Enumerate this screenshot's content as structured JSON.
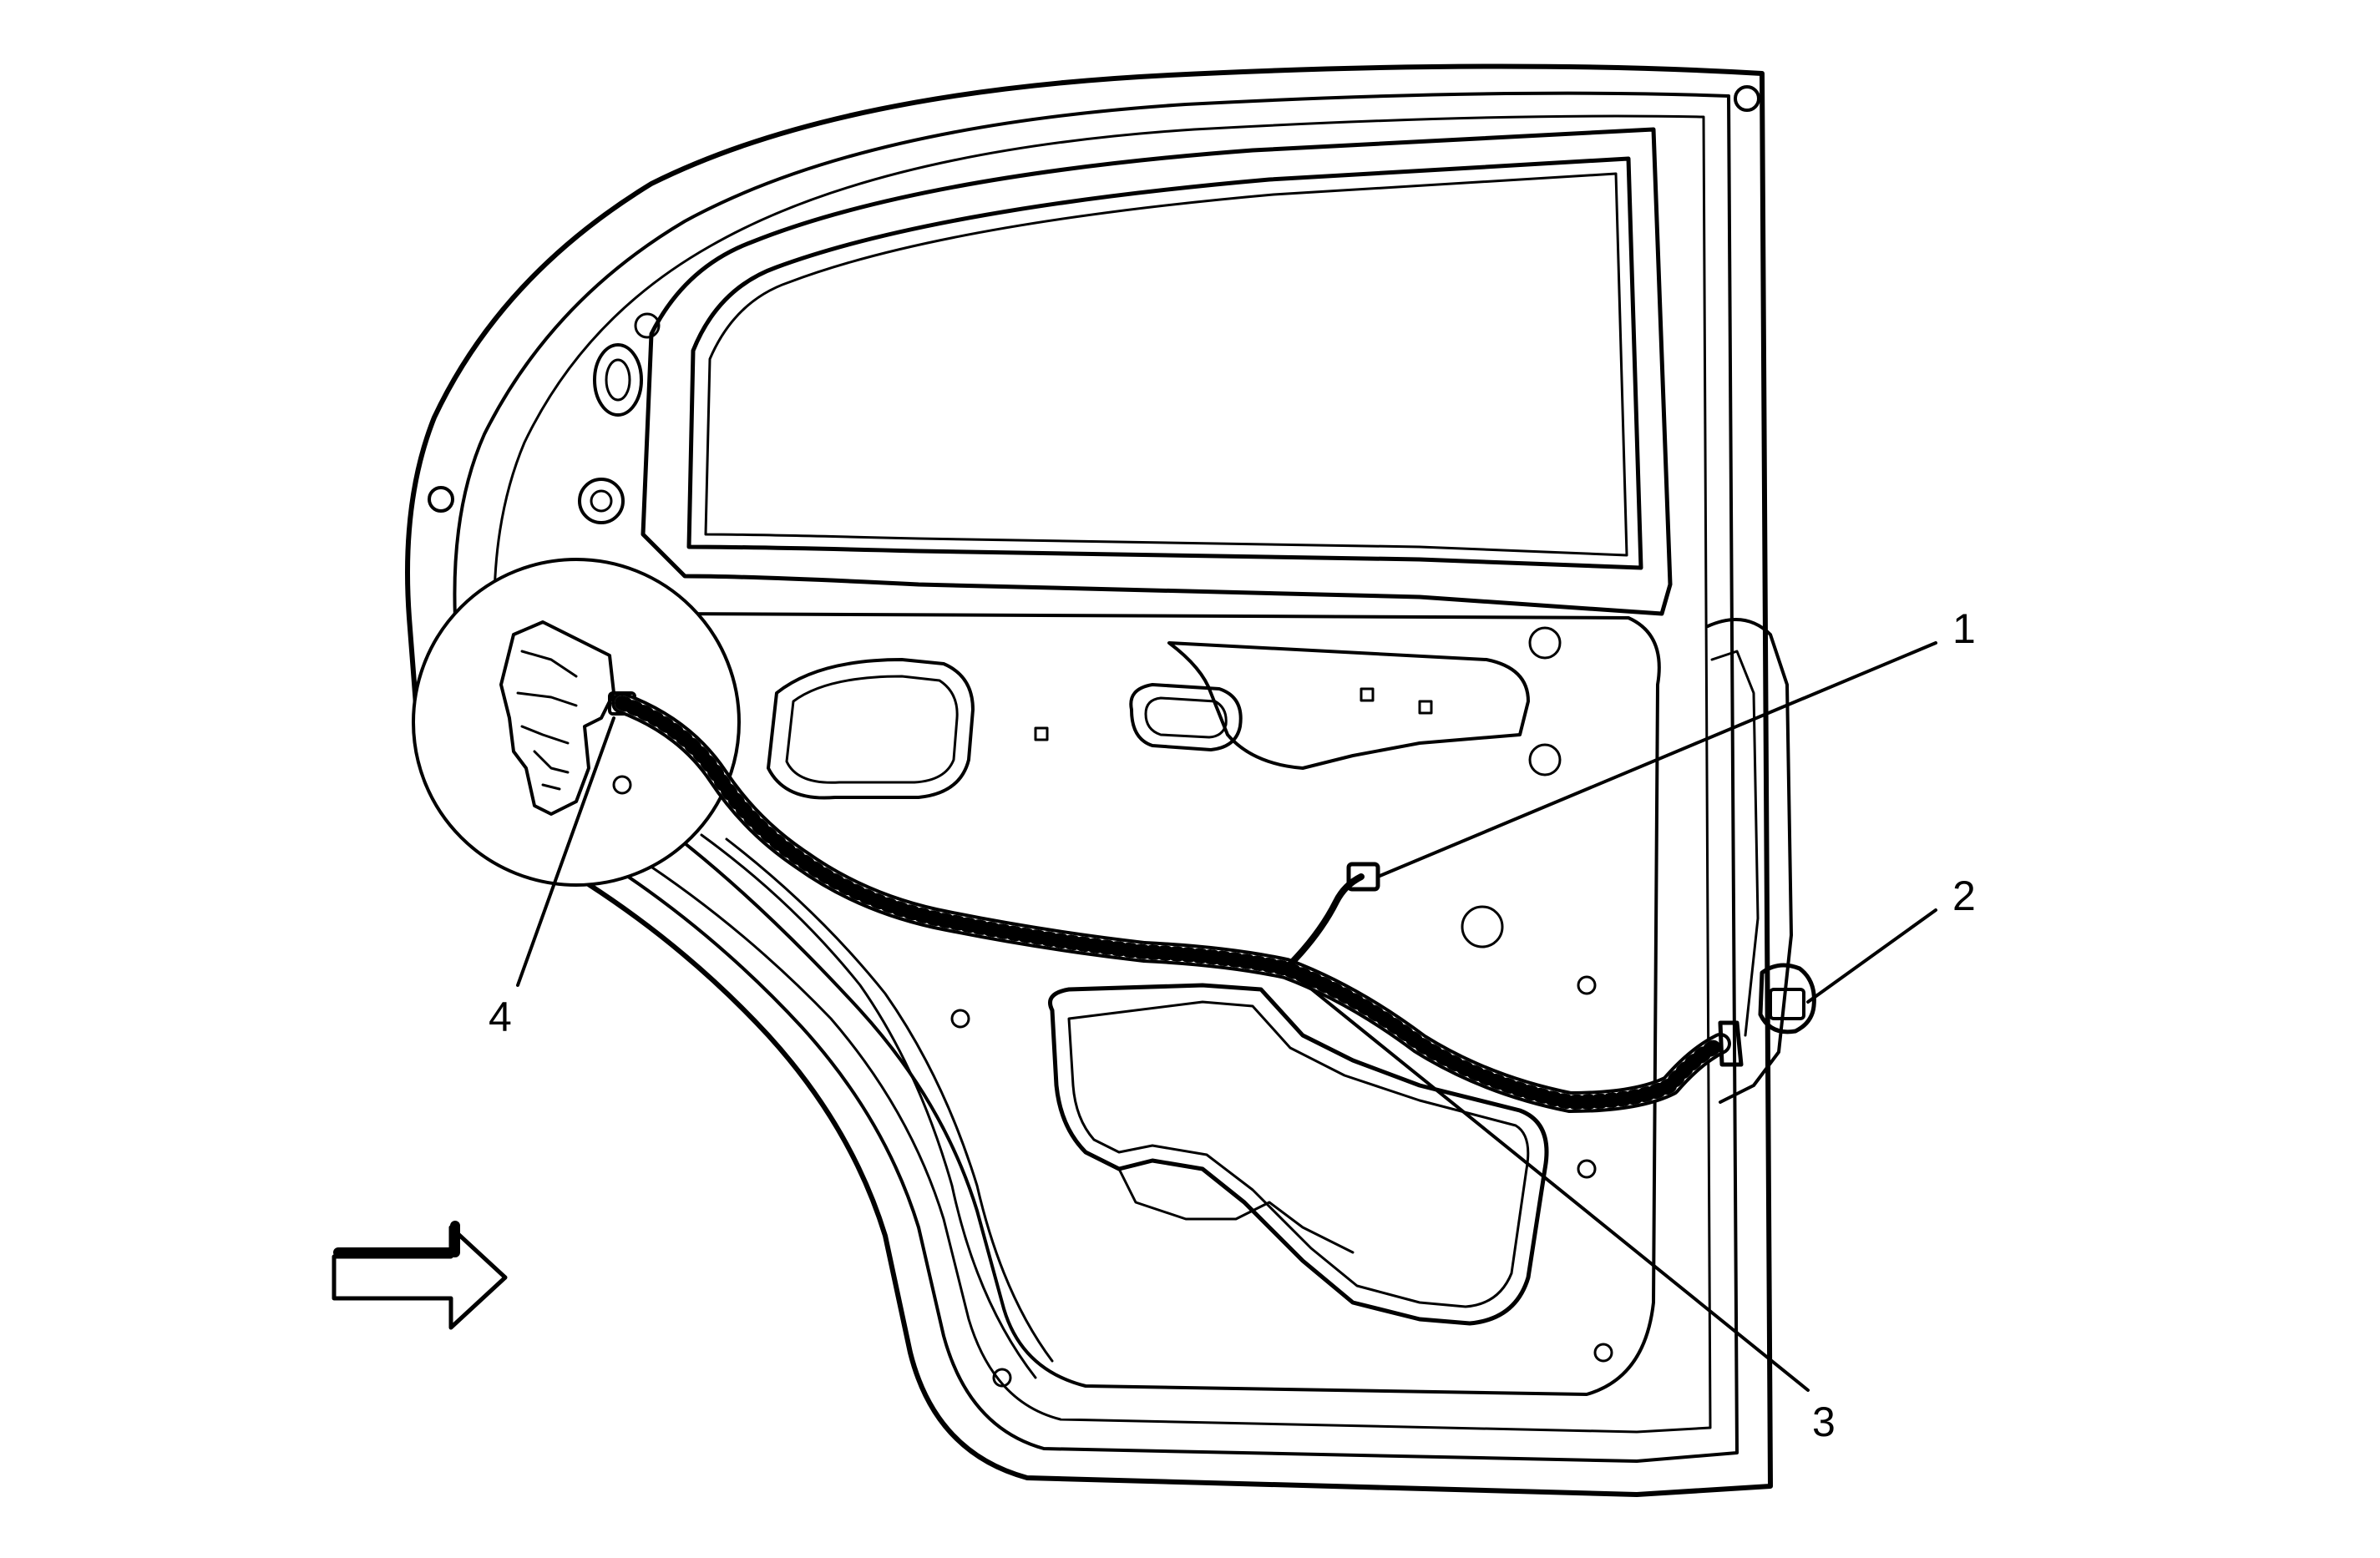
{
  "callouts": [
    {
      "id": "1",
      "label": "1"
    },
    {
      "id": "2",
      "label": "2"
    },
    {
      "id": "3",
      "label": "3"
    },
    {
      "id": "4",
      "label": "4"
    }
  ],
  "icons": {
    "direction_arrow": "right-arrow-icon"
  },
  "colors": {
    "line": "#000000",
    "background": "#ffffff"
  }
}
